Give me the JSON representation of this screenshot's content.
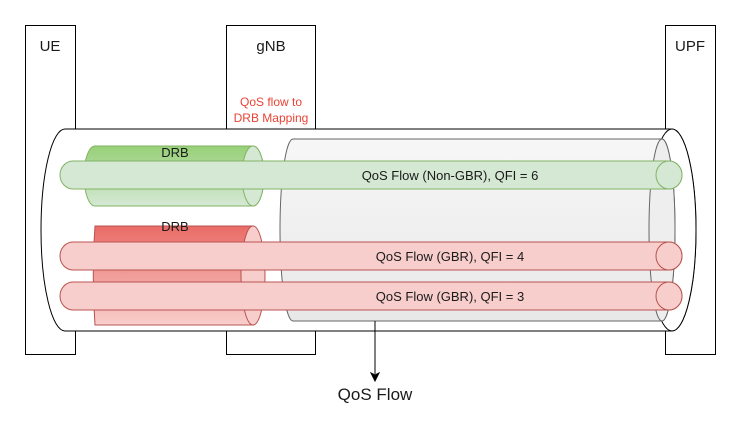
{
  "nodes": {
    "ue": "UE",
    "gnb": "gNB",
    "upf": "UPF"
  },
  "mapping_note": {
    "line1": "QoS flow to",
    "line2": "DRB Mapping"
  },
  "drbs": {
    "green": "DRB",
    "red": "DRB"
  },
  "flows": {
    "non_gbr": "QoS Flow (Non-GBR), QFI = 6",
    "gbr_4": "QoS Flow (GBR), QFI = 4",
    "gbr_3": "QoS Flow (GBR), QFI = 3"
  },
  "bottom_label": "QoS Flow",
  "colors": {
    "green_fill": "#d5e8d4",
    "green_stroke": "#82b366",
    "green_dark": "#97d077",
    "red_fill": "#f8cecc",
    "red_stroke": "#b85450",
    "red_dark": "#ea6b66",
    "tunnel_fill": "#f0f0f0",
    "mapping_text": "#ea4335"
  }
}
